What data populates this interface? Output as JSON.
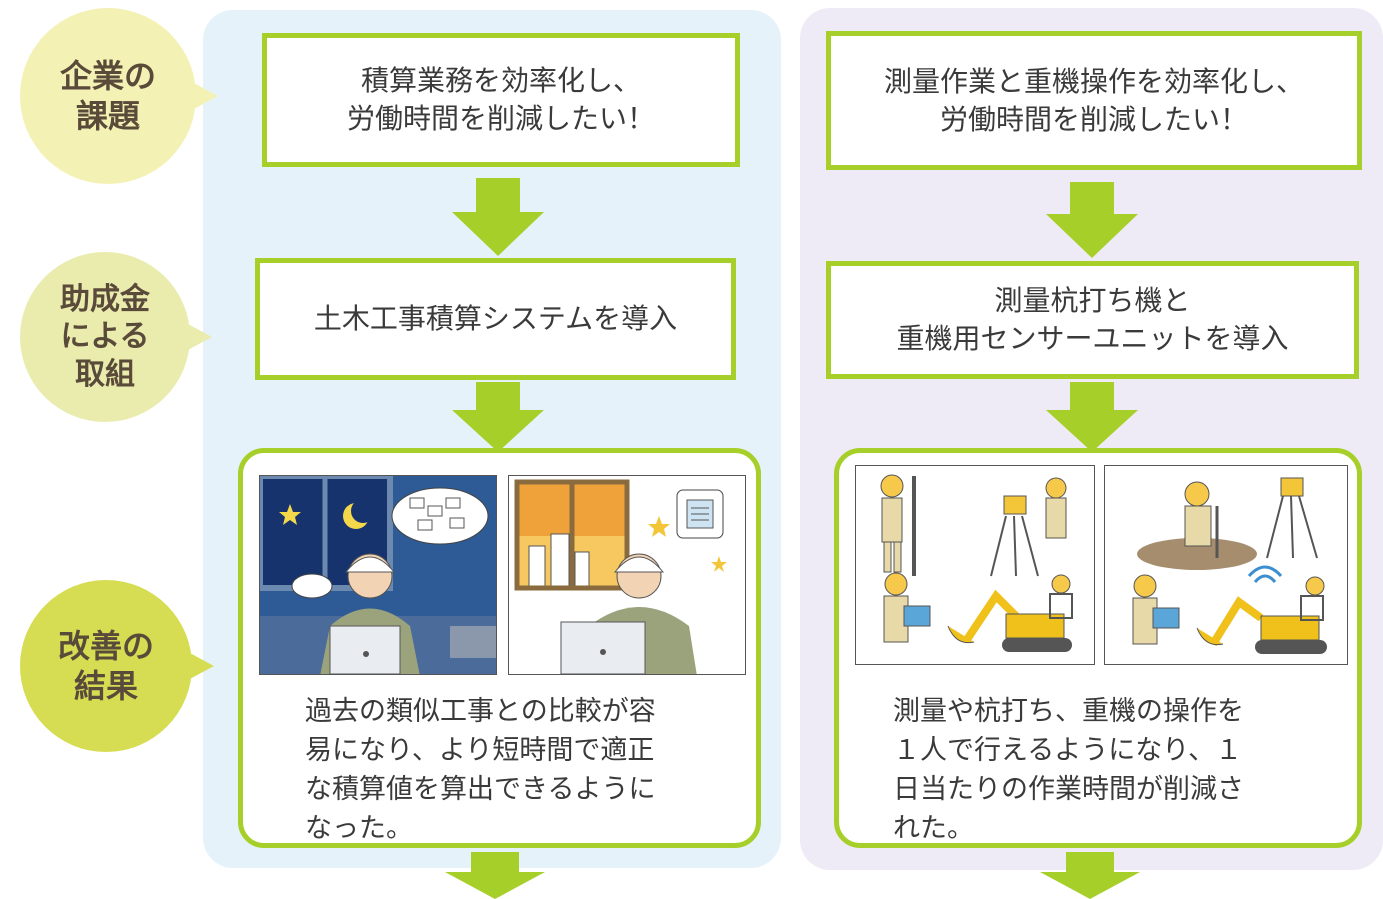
{
  "labels": {
    "challenge": [
      "企業の",
      "課題"
    ],
    "initiative": [
      "助成金",
      "による",
      "取組"
    ],
    "result": [
      "改善の",
      "結果"
    ]
  },
  "left_case": {
    "challenge": [
      "積算業務を効率化し、",
      "労働時間を削減したい！"
    ],
    "initiative": [
      "土木工事積算システムを導入"
    ],
    "result": "過去の類似工事との比較が容\n易になり、より短時間で適正\nな積算値を算出できるように\nなった。"
  },
  "right_case": {
    "challenge": [
      "測量作業と重機操作を効率化し、",
      "労働時間を削減したい！"
    ],
    "initiative": [
      "測量杭打ち機と",
      "重機用センサーユニットを導入"
    ],
    "result": "測量や杭打ち、重機の操作を\n１人で行えるようになり、１\n日当たりの作業時間が削減さ\nれた。"
  },
  "colors": {
    "accent_green": "#a7cf2a",
    "left_panel": "#e6f2fa",
    "right_panel": "#efebf6",
    "label_light": "#f3f2b4",
    "label_mid": "#eaecae",
    "label_dark": "#d6dd53"
  }
}
